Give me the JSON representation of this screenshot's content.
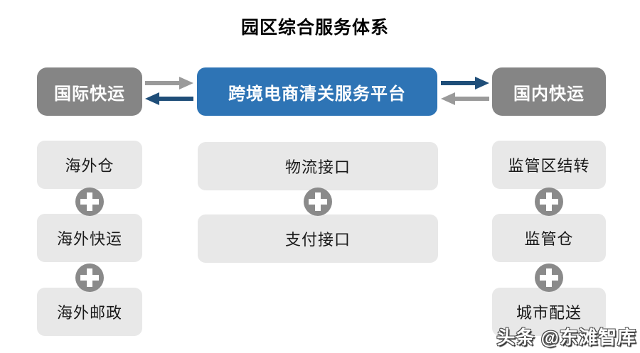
{
  "title": "园区综合服务体系",
  "headers": {
    "left": "国际快运",
    "center": "跨境电商清关服务平台",
    "right": "国内快运"
  },
  "columns": {
    "left": {
      "items": [
        "海外仓",
        "海外快运",
        "海外邮政"
      ]
    },
    "center": {
      "items": [
        "物流接口",
        "支付接口"
      ]
    },
    "right": {
      "items": [
        "监管区结转",
        "监管仓",
        "城市配送"
      ]
    }
  },
  "icons": {
    "plus": "plus-icon",
    "arrow_right": "arrow-right-icon",
    "arrow_left": "arrow-left-icon"
  },
  "watermark": "头条 @东滩智库",
  "colors": {
    "platform_blue": "#2E74B5",
    "header_gray": "#858585",
    "item_gray": "#E8E8E8",
    "plus_gray": "#8A8A8A",
    "arrow_gray": "#9A9A9A",
    "arrow_navy": "#1F4E79"
  }
}
